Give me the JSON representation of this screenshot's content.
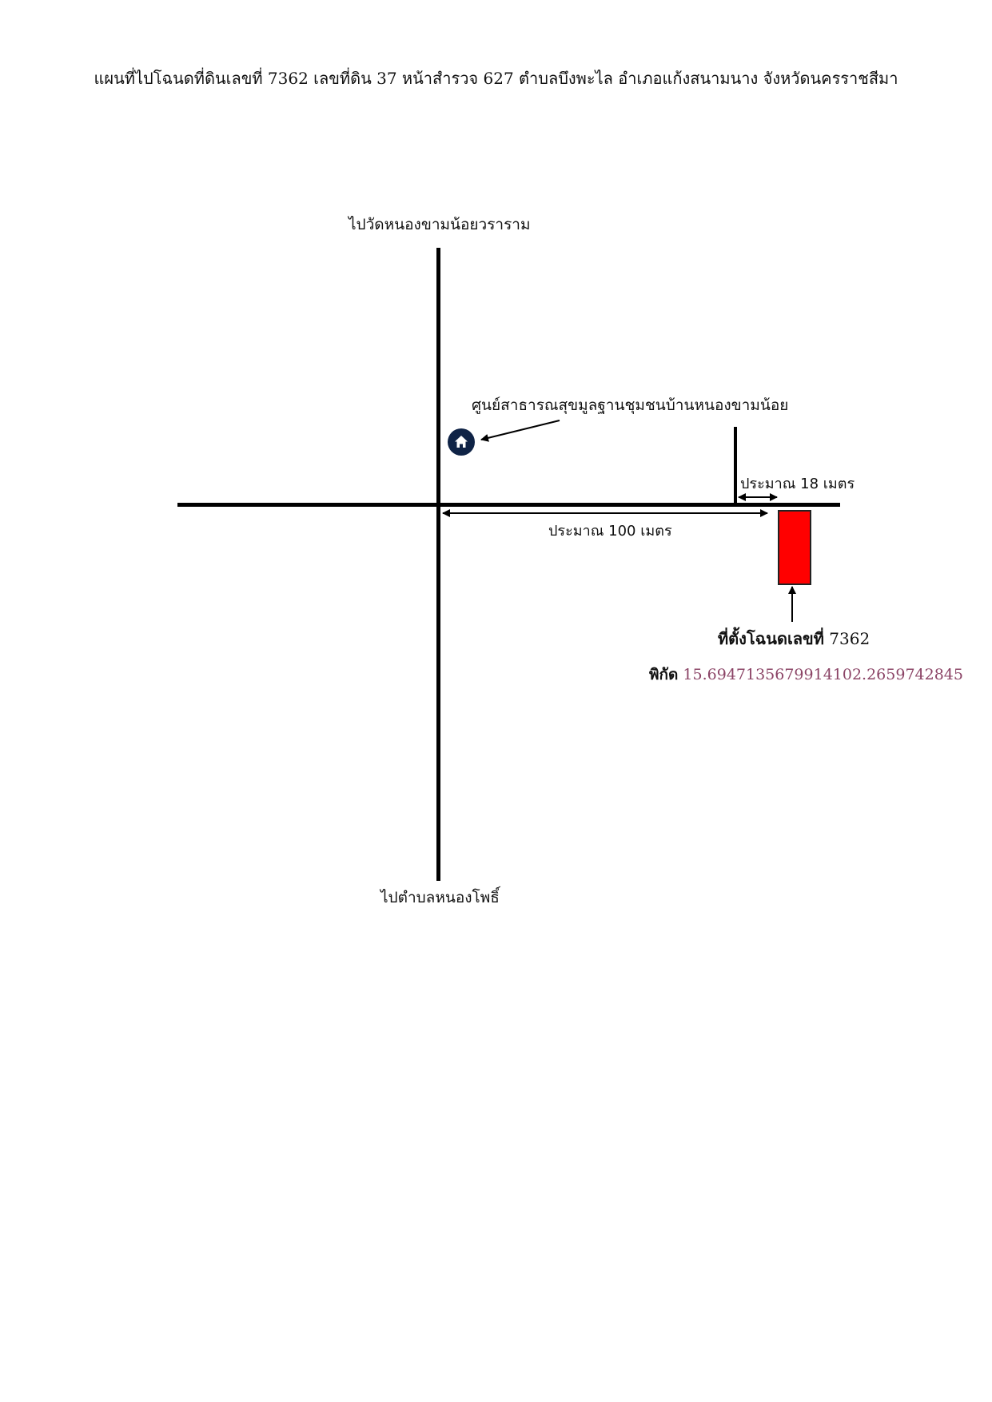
{
  "title": "แผนที่ไปโฉนดที่ดินเลขที่ 7362 เลขที่ดิน 37 หน้าสำรวจ 627 ตำบลบึงพะไล อำเภอแก้งสนามนาง จังหวัดนครราชสีมา",
  "labels": {
    "north": "ไปวัดหนองขามน้อยวราราม",
    "south": "ไปตำบลหนองโพธิ์",
    "community_center": "ศูนย์สาธารณสุขมูลฐานชุมชนบ้านหนองขามน้อย",
    "distance_100": "ประมาณ 100 เมตร",
    "distance_18": "ประมาณ 18 เมตร"
  },
  "plot": {
    "label_prefix": "ที่ตั้งโฉนดเลขที่",
    "number": "7362",
    "coords_prefix": "พิกัด",
    "coords_value": "15.6947135679914102.2659742845",
    "fill_color": "#ff0000",
    "coords_color": "#8b4466"
  },
  "icons": {
    "center_marker": "home-icon",
    "marker_color": "#0f2346"
  }
}
